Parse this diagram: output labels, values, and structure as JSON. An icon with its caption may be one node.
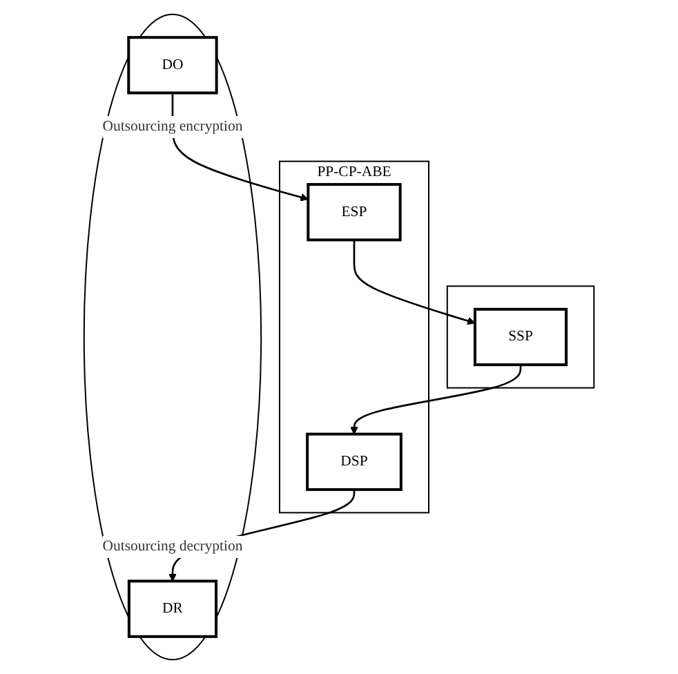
{
  "diagram": {
    "nodes": [
      {
        "text": [],
        "shape": "box"
      },
      {
        "text": [
          "SSP"
        ],
        "in": 0
      },
      {
        "text": [
          "PP-CP-ABE"
        ]
      },
      {
        "text": [
          "ESP"
        ],
        "in": 2
      },
      {
        "text": [
          "DSP"
        ],
        "in": 2
      },
      {
        "text": [],
        "shape": "ellipse"
      },
      {
        "text": [
          "DO"
        ],
        "in": 5
      },
      {
        "text": [
          "DR"
        ],
        "in": 5
      }
    ],
    "edges": [
      {
        "from": 3,
        "to": 1,
        "arrow": "to"
      },
      {
        "from": 1,
        "to": 4,
        "arrow": "to"
      },
      {
        "from": 6,
        "to": 3,
        "arrow": "to",
        "label": "Outsourcing encryption"
      },
      {
        "from": 4,
        "to": 7,
        "arrow": "to",
        "label": "Outsourcing decryption"
      }
    ]
  }
}
